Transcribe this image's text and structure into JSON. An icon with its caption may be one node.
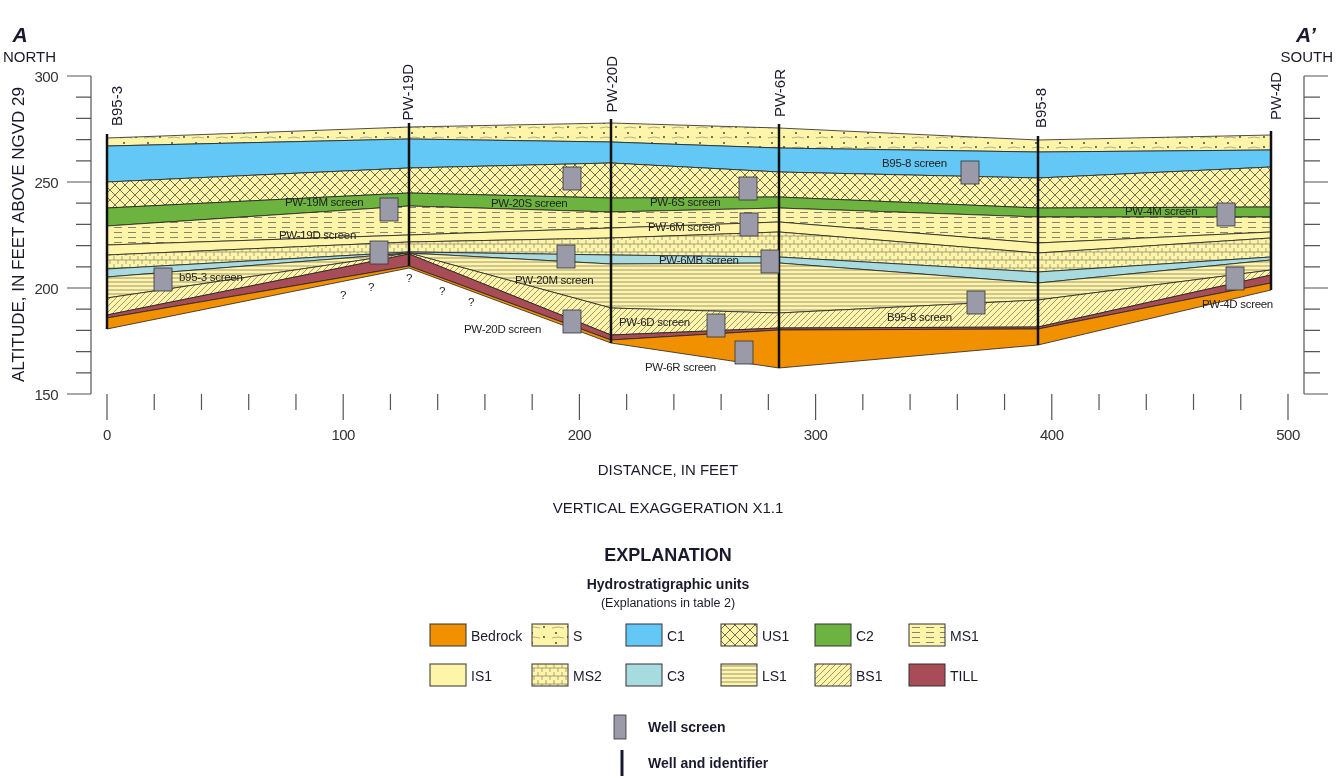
{
  "diagram": {
    "labels": [
      "A",
      "A’",
      "NORTH",
      "SOUTH",
      "300",
      "250",
      "200",
      "150",
      "ALTITUDE, IN FEET ABOVE NGVD 29",
      "B95-3",
      "PW-19D",
      "PW-20D",
      "PW-6R",
      "B95-8",
      "PW-4D",
      "B95-8 screen",
      "PW-19M screen",
      "PW-20S screen",
      "PW-6S screen",
      "PW-4M screen",
      "PW-6M screen",
      "PW-19D screen",
      "PW-6MB screen",
      "b95-3 screen",
      "PW-20M screen",
      "?",
      "?",
      "?",
      "?",
      "?",
      "B95-8 screen",
      "PW-4D screen",
      "PW-20D screen",
      "PW-6D screen",
      "PW-6R screen",
      "0",
      "100",
      "200",
      "300",
      "400",
      "500",
      "DISTANCE, IN FEET",
      "VERTICAL EXAGGERATION X1.1",
      "EXPLANATION",
      "Hydrostratigraphic units",
      "(Explanations in table 2)"
    ],
    "legend": [
      {
        "text": "Bedrock",
        "color": "#f29100"
      },
      {
        "text": "S"
      },
      {
        "text": "C1",
        "color": "#63c8f5"
      },
      {
        "text": "US1"
      },
      {
        "text": "C2",
        "color": "#6cb33f"
      },
      {
        "text": "MS1"
      },
      {
        "text": "IS1",
        "color": "#fff5a8"
      },
      {
        "text": "MS2"
      },
      {
        "text": "C3",
        "color": "#a7dbe0"
      },
      {
        "text": "LS1"
      },
      {
        "text": "BS1"
      },
      {
        "text": "TILL",
        "color": "#a84d57"
      },
      {
        "text": "Well screen"
      },
      {
        "text": "Well and identifier"
      }
    ]
  }
}
